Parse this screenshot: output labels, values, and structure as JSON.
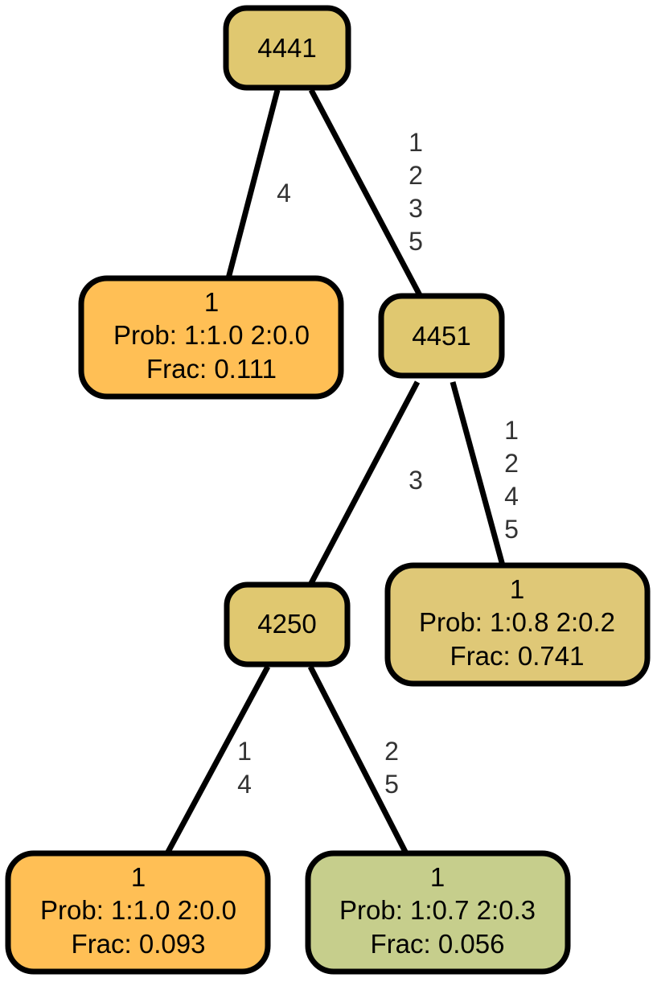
{
  "colors": {
    "internal_node": "#E0C870",
    "pure_leaf": "#FFBF55",
    "mixed_leaf_high": "#DFC877",
    "mixed_leaf_low": "#C6CE8C",
    "edge": "#000000",
    "edge_label": "#333333"
  },
  "nodes": {
    "root": {
      "label": "4441"
    },
    "leaf_left": {
      "class": "1",
      "prob": "Prob: 1:1.0 2:0.0",
      "frac": "Frac: 0.111"
    },
    "split_4451": {
      "label": "4451"
    },
    "split_4250": {
      "label": "4250"
    },
    "leaf_right": {
      "class": "1",
      "prob": "Prob: 1:0.8 2:0.2",
      "frac": "Frac: 0.741"
    },
    "leaf_bottom_left": {
      "class": "1",
      "prob": "Prob: 1:1.0 2:0.0",
      "frac": "Frac: 0.093"
    },
    "leaf_bottom_right": {
      "class": "1",
      "prob": "Prob: 1:0.7 2:0.3",
      "frac": "Frac: 0.056"
    }
  },
  "edges": {
    "root_to_leaf_left": [
      "4"
    ],
    "root_to_4451": [
      "1",
      "2",
      "3",
      "5"
    ],
    "n4451_to_4250": [
      "3"
    ],
    "n4451_to_leaf_right": [
      "1",
      "2",
      "4",
      "5"
    ],
    "n4250_to_leaf_bottom_left": [
      "1",
      "4"
    ],
    "n4250_to_leaf_bottom_right": [
      "2",
      "5"
    ]
  }
}
